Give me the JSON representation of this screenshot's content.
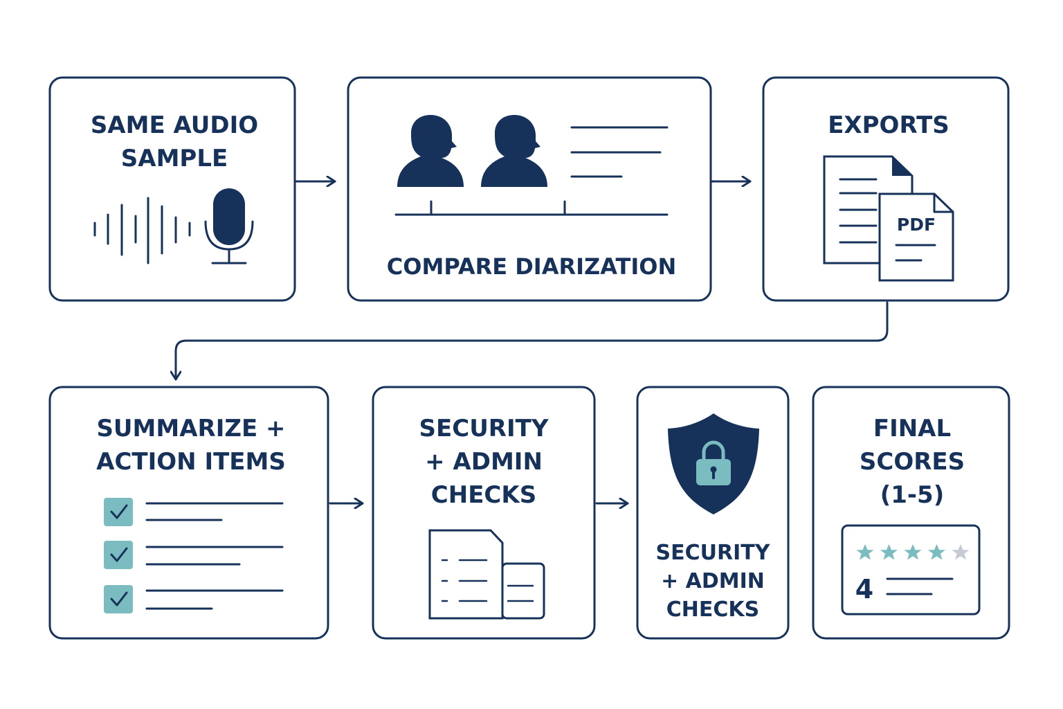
{
  "nodes": {
    "audio": {
      "title_line1": "SAME AUDIO",
      "title_line2": "SAMPLE",
      "icons": [
        "waveform-icon",
        "microphone-icon"
      ]
    },
    "diarization": {
      "title": "COMPARE DIARIZATION",
      "icons": [
        "speaker-icon",
        "timeline-icon"
      ]
    },
    "exports": {
      "title": "EXPORTS",
      "file_badge": "PDF",
      "icons": [
        "document-icon",
        "pdf-file-icon"
      ]
    },
    "summarize": {
      "title_line1": "SUMMARIZE +",
      "title_line2": "ACTION ITEMS",
      "checklist_count": 3,
      "icons": [
        "checkbox-icon"
      ]
    },
    "security_admin": {
      "title_line1": "SECURITY",
      "title_line2": "+ ADMIN",
      "title_line3": "CHECKS",
      "icons": [
        "documents-icon"
      ]
    },
    "security_shield": {
      "title_line1": "SECURITY",
      "title_line2": "+ ADMIN",
      "title_line3": "CHECKS",
      "icons": [
        "shield-lock-icon"
      ]
    },
    "final_scores": {
      "title_line1": "FINAL",
      "title_line2": "SCORES",
      "title_line3": "(1-5)",
      "score": "4",
      "stars_filled": 4,
      "stars_total": 5
    }
  },
  "colors": {
    "primary": "#17325a",
    "accent": "#7bbcc1",
    "star_empty": "#c6cbd3",
    "background": "#ffffff"
  }
}
